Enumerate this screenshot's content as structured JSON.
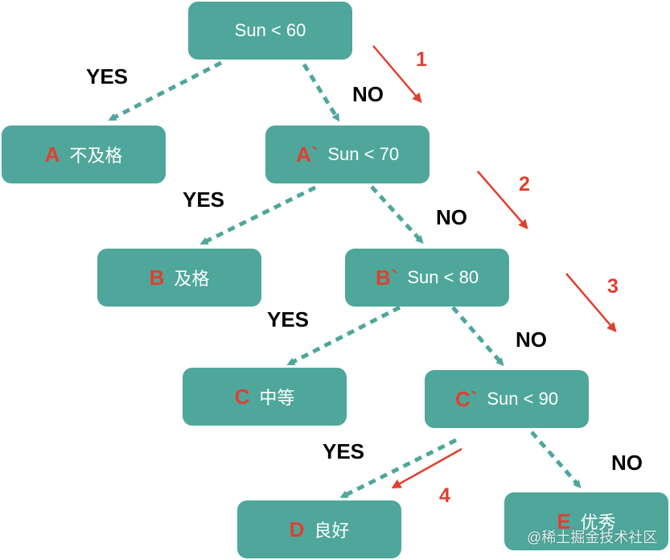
{
  "colors": {
    "node_fill": "#4ea79a",
    "node_text": "#ffffff",
    "node_letter": "#e0402f",
    "edge": "#4ea79a",
    "step_arrow": "#e0402f"
  },
  "nodes": {
    "root": {
      "condition": "Sun < 60"
    },
    "a_leaf": {
      "letter": "A",
      "text": "不及格"
    },
    "a_prime": {
      "letter": "A`",
      "condition": "Sun < 70"
    },
    "b_leaf": {
      "letter": "B",
      "text": "及格"
    },
    "b_prime": {
      "letter": "B`",
      "condition": "Sun < 80"
    },
    "c_leaf": {
      "letter": "C",
      "text": "中等"
    },
    "c_prime": {
      "letter": "C`",
      "condition": "Sun < 90"
    },
    "d_leaf": {
      "letter": "D",
      "text": "良好"
    },
    "e_leaf": {
      "letter": "E",
      "text": "优秀"
    }
  },
  "edge_labels": {
    "yes": "YES",
    "no": "NO"
  },
  "steps": [
    "1",
    "2",
    "3",
    "4"
  ],
  "watermark": "@稀土掘金技术社区"
}
